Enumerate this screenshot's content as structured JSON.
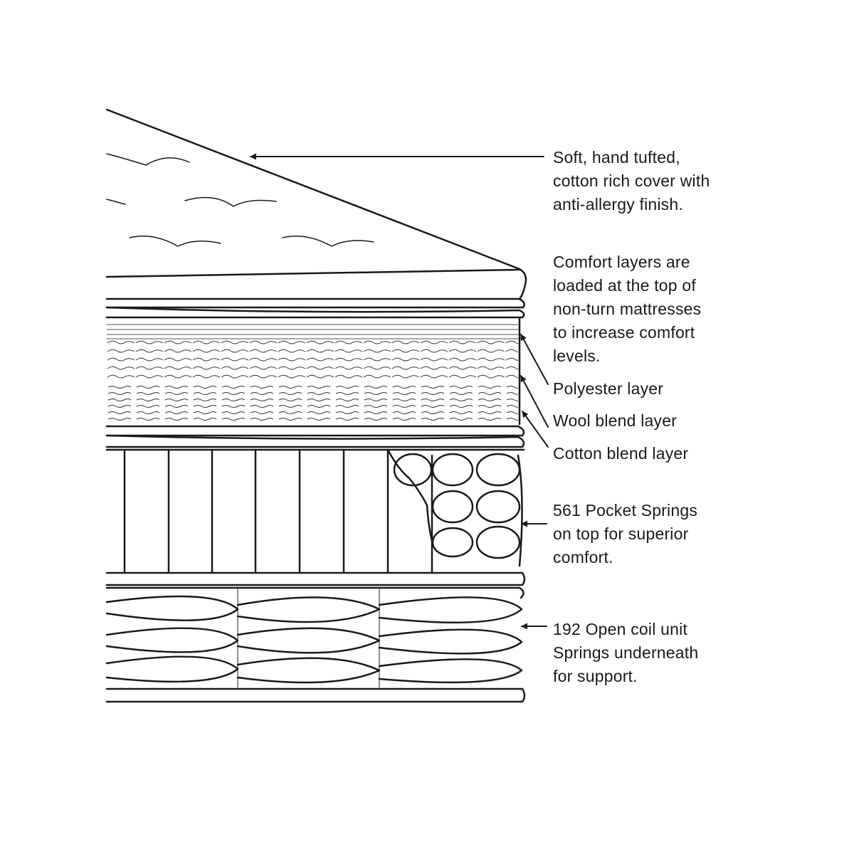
{
  "diagram": {
    "annotations": {
      "cover": [
        "Soft, hand tufted,",
        "cotton rich cover with",
        "anti-allergy finish."
      ],
      "comfort": [
        "Comfort layers are",
        "loaded at the top of",
        "non-turn mattresses",
        "to increase comfort",
        "levels."
      ],
      "polyester": [
        "Polyester layer"
      ],
      "wool": [
        "Wool blend layer"
      ],
      "cotton": [
        "Cotton blend layer"
      ],
      "pocket_springs": [
        "561 Pocket Springs",
        "on top for superior",
        "comfort."
      ],
      "open_coil": [
        "192 Open coil unit",
        "Springs underneath",
        "for support."
      ]
    },
    "line_color": "#1a1a1a",
    "background": "#ffffff"
  }
}
